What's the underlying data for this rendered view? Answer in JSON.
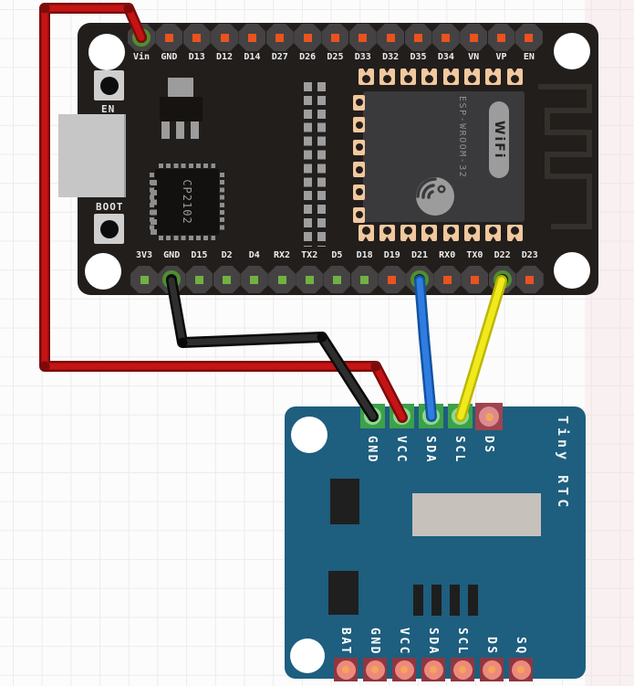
{
  "diagram": {
    "description": "ESP32 NodeMCU dev board wired to Tiny RTC module on grid background"
  },
  "esp32": {
    "en_button_label": "EN",
    "boot_button_label": "BOOT",
    "usb_chip_label": "CP2102",
    "module_label": "ESP-WROOM-32",
    "wifi_logo_label": "WiFi",
    "top_pins": [
      {
        "label": "Vin",
        "pad": "wire-red"
      },
      {
        "label": "GND",
        "pad": "red"
      },
      {
        "label": "D13",
        "pad": "red"
      },
      {
        "label": "D12",
        "pad": "red"
      },
      {
        "label": "D14",
        "pad": "red"
      },
      {
        "label": "D27",
        "pad": "red"
      },
      {
        "label": "D26",
        "pad": "red"
      },
      {
        "label": "D25",
        "pad": "red"
      },
      {
        "label": "D33",
        "pad": "red"
      },
      {
        "label": "D32",
        "pad": "red"
      },
      {
        "label": "D35",
        "pad": "red"
      },
      {
        "label": "D34",
        "pad": "red"
      },
      {
        "label": "VN",
        "pad": "red"
      },
      {
        "label": "VP",
        "pad": "red"
      },
      {
        "label": "EN",
        "pad": "red"
      }
    ],
    "bottom_pins": [
      {
        "label": "3V3",
        "pad": "green"
      },
      {
        "label": "GND",
        "pad": "wire-black"
      },
      {
        "label": "D15",
        "pad": "green"
      },
      {
        "label": "D2",
        "pad": "green"
      },
      {
        "label": "D4",
        "pad": "green"
      },
      {
        "label": "RX2",
        "pad": "green"
      },
      {
        "label": "TX2",
        "pad": "green"
      },
      {
        "label": "D5",
        "pad": "green"
      },
      {
        "label": "D18",
        "pad": "green"
      },
      {
        "label": "D19",
        "pad": "red"
      },
      {
        "label": "D21",
        "pad": "wire-blue"
      },
      {
        "label": "RX0",
        "pad": "red"
      },
      {
        "label": "TX0",
        "pad": "red"
      },
      {
        "label": "D22",
        "pad": "wire-yellow"
      },
      {
        "label": "D23",
        "pad": "red"
      }
    ]
  },
  "rtc": {
    "board_label": "Tiny RTC",
    "top_pins": [
      {
        "label": "GND",
        "pad": "green-wire"
      },
      {
        "label": "VCC",
        "pad": "green-wire"
      },
      {
        "label": "SDA",
        "pad": "green-wire"
      },
      {
        "label": "SCL",
        "pad": "green-wire"
      },
      {
        "label": "DS",
        "pad": "red"
      }
    ],
    "bottom_pins": [
      {
        "label": "BAT"
      },
      {
        "label": "GND"
      },
      {
        "label": "VCC"
      },
      {
        "label": "SDA"
      },
      {
        "label": "SCL"
      },
      {
        "label": "DS"
      },
      {
        "label": "SQ"
      }
    ]
  },
  "wires": [
    {
      "id": "red",
      "from": "ESP32 Vin",
      "to": "RTC VCC",
      "color": "#c51414",
      "outline": "#7d0b0b"
    },
    {
      "id": "black",
      "from": "ESP32 GND",
      "to": "RTC GND",
      "color": "#2e2e2e",
      "outline": "#0a0a0a"
    },
    {
      "id": "blue",
      "from": "ESP32 D21",
      "to": "RTC SDA",
      "color": "#2f7de1",
      "outline": "#1352a0"
    },
    {
      "id": "yellow",
      "from": "ESP32 D22",
      "to": "RTC SCL",
      "color": "#f0ea1c",
      "outline": "#bdb703"
    }
  ],
  "colors": {
    "esp_board": "#221e1c",
    "rtc_board": "#1e5e7e",
    "pin_red": "#e8531f",
    "pin_green": "#72b043",
    "pad_tan": "#f2c89e",
    "rtc_pad_green": "#3da04a",
    "rtc_pad_circle": "#ee8a7c",
    "rtc_pad_dot": "#f3a55c",
    "rtc_pad_square": "#8e3742"
  }
}
